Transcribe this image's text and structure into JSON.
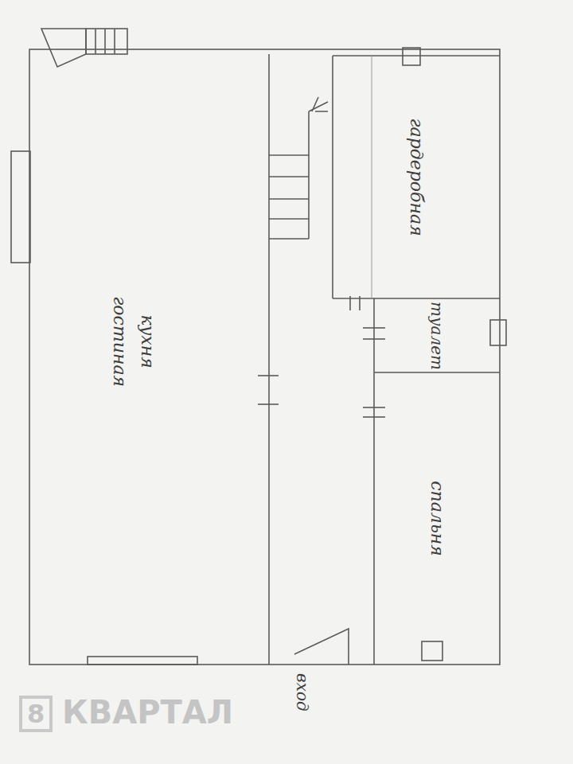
{
  "diagram": {
    "nodes": [
      {
        "text": [
          "кухня гостиная"
        ]
      },
      {
        "text": [
          "гардеробная"
        ]
      },
      {
        "text": [
          "туалет"
        ]
      },
      {
        "text": [
          "спальня"
        ]
      }
    ],
    "labels": [
      "вход",
      "8",
      "КВАРТАЛ"
    ]
  }
}
